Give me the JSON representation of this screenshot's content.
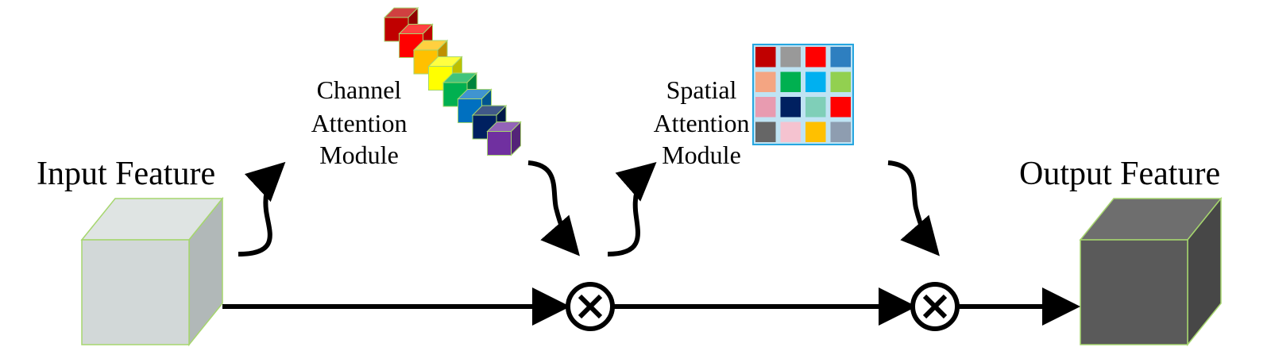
{
  "labels": {
    "input_feature": "Input Feature",
    "output_feature": "Output Feature",
    "channel_line1": "Channel",
    "channel_line2": "Attention",
    "channel_line3": "Module",
    "spatial_line1": "Spatial",
    "spatial_line2": "Attention",
    "spatial_line3": "Module"
  },
  "operator_symbol": "⊗",
  "colors": {
    "input_cube_front": "#d2d8d8",
    "input_cube_top": "#dfe4e3",
    "input_cube_side": "#b1b8b8",
    "output_cube_front": "#5a5a5a",
    "output_cube_top": "#6e6e6e",
    "output_cube_side": "#474747",
    "cube_edge": "#a6d66e",
    "spatial_grid_border": "#26a6e0"
  },
  "channel_vector_colors": [
    "#c00000",
    "#ff0000",
    "#ffc000",
    "#ffff00",
    "#00b050",
    "#0070c0",
    "#002060",
    "#7030a0"
  ],
  "spatial_grid_colors": [
    [
      "#c00000",
      "#999999",
      "#ff0000",
      "#2e7fc0"
    ],
    [
      "#f4a582",
      "#00b050",
      "#00b0f0",
      "#92d050"
    ],
    [
      "#e89bb0",
      "#002060",
      "#7fcfb8",
      "#ff0000"
    ],
    [
      "#666666",
      "#f5c3d0",
      "#ffc000",
      "#8e9db0"
    ]
  ]
}
